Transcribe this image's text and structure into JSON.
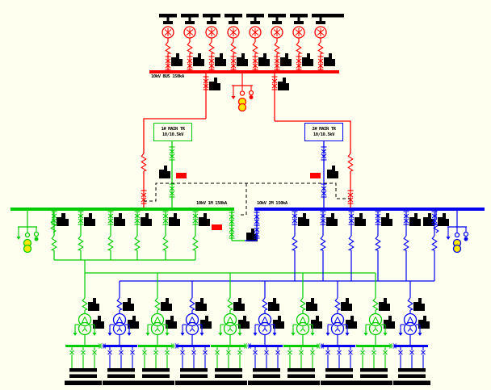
{
  "title": "substation-single-line-diagram",
  "labels": {
    "hv_bus": "10kV BUS 150kA",
    "bus1": "10kV 1M 150kA",
    "bus2": "10kV 2M 150kA",
    "tr1_line1": "1# MAIN TR",
    "tr1_line2": "10/10.5kV",
    "tr2_line1": "2# MAIN TR",
    "tr2_line2": "10/10.5kV"
  },
  "colors": {
    "background": "#FFFFF0",
    "hv": "#FF0000",
    "bus1": "#00CC00",
    "bus2": "#0000F0",
    "black": "#000000",
    "pt_fill": "#FFE800",
    "flag": "#FF0000"
  },
  "structure": {
    "hv_feeders": 8,
    "bus1_feeders": 6,
    "bus2_feeders": 6,
    "transformer_pairs": 5,
    "incomers": 2,
    "bus_tie": 1
  },
  "icons": {
    "breaker-circle-icon": "circle-with-asterisk",
    "disconnector-icon": "double-x-switch",
    "fuse-icon": "vertical-zigzag",
    "pt-icon": "double-yellow-circle",
    "arrester-icon": "down-arrow",
    "transformer-icon": "two-circles-delta-wye",
    "label-block": "black-stepped-text-block",
    "ground-bars-icon": "stacked-black-bars"
  }
}
